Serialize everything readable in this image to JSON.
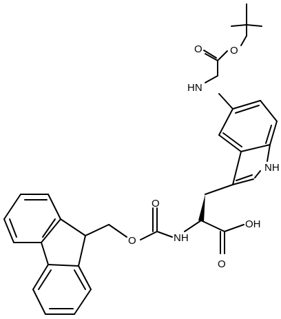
{
  "molecule": {
    "atom_labels": {
      "o_ketone_top": "O",
      "o_ester_boc": "O",
      "nh_boc": "HN",
      "nh_indole": "NH",
      "o_ketone_fmoc": "O",
      "o_ester_fmoc": "O",
      "nh_amide": "NH",
      "oh_acid": "OH",
      "o_acid": "O"
    }
  }
}
